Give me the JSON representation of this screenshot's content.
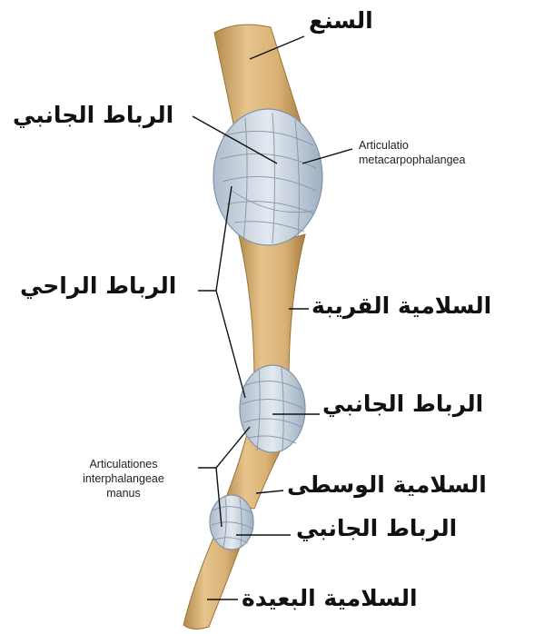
{
  "labels": {
    "metacarpal": "السنع",
    "collateral_ligament_upper": "الرباط الجانبي",
    "mcp_joint_line1": "Articulatio",
    "mcp_joint_line2": "metacarpophalangea",
    "palmar_ligament": "الرباط الراحي",
    "proximal_phalanx": "السلامية القريبة",
    "collateral_ligament_middle": "الرباط الجانبي",
    "ip_joints_line1": "Articulationes",
    "ip_joints_line2": "interphalangeae",
    "ip_joints_line3": "manus",
    "middle_phalanx": "السلامية الوسطى",
    "collateral_ligament_lower": "الرباط الجانبي",
    "distal_phalanx": "السلامية البعيدة"
  },
  "colors": {
    "bone": "#dcb77d",
    "bone_shadow": "#b88f52",
    "ligament": "#c8d3de",
    "ligament_fiber": "#8fa3b8",
    "leader_line": "#111111"
  }
}
